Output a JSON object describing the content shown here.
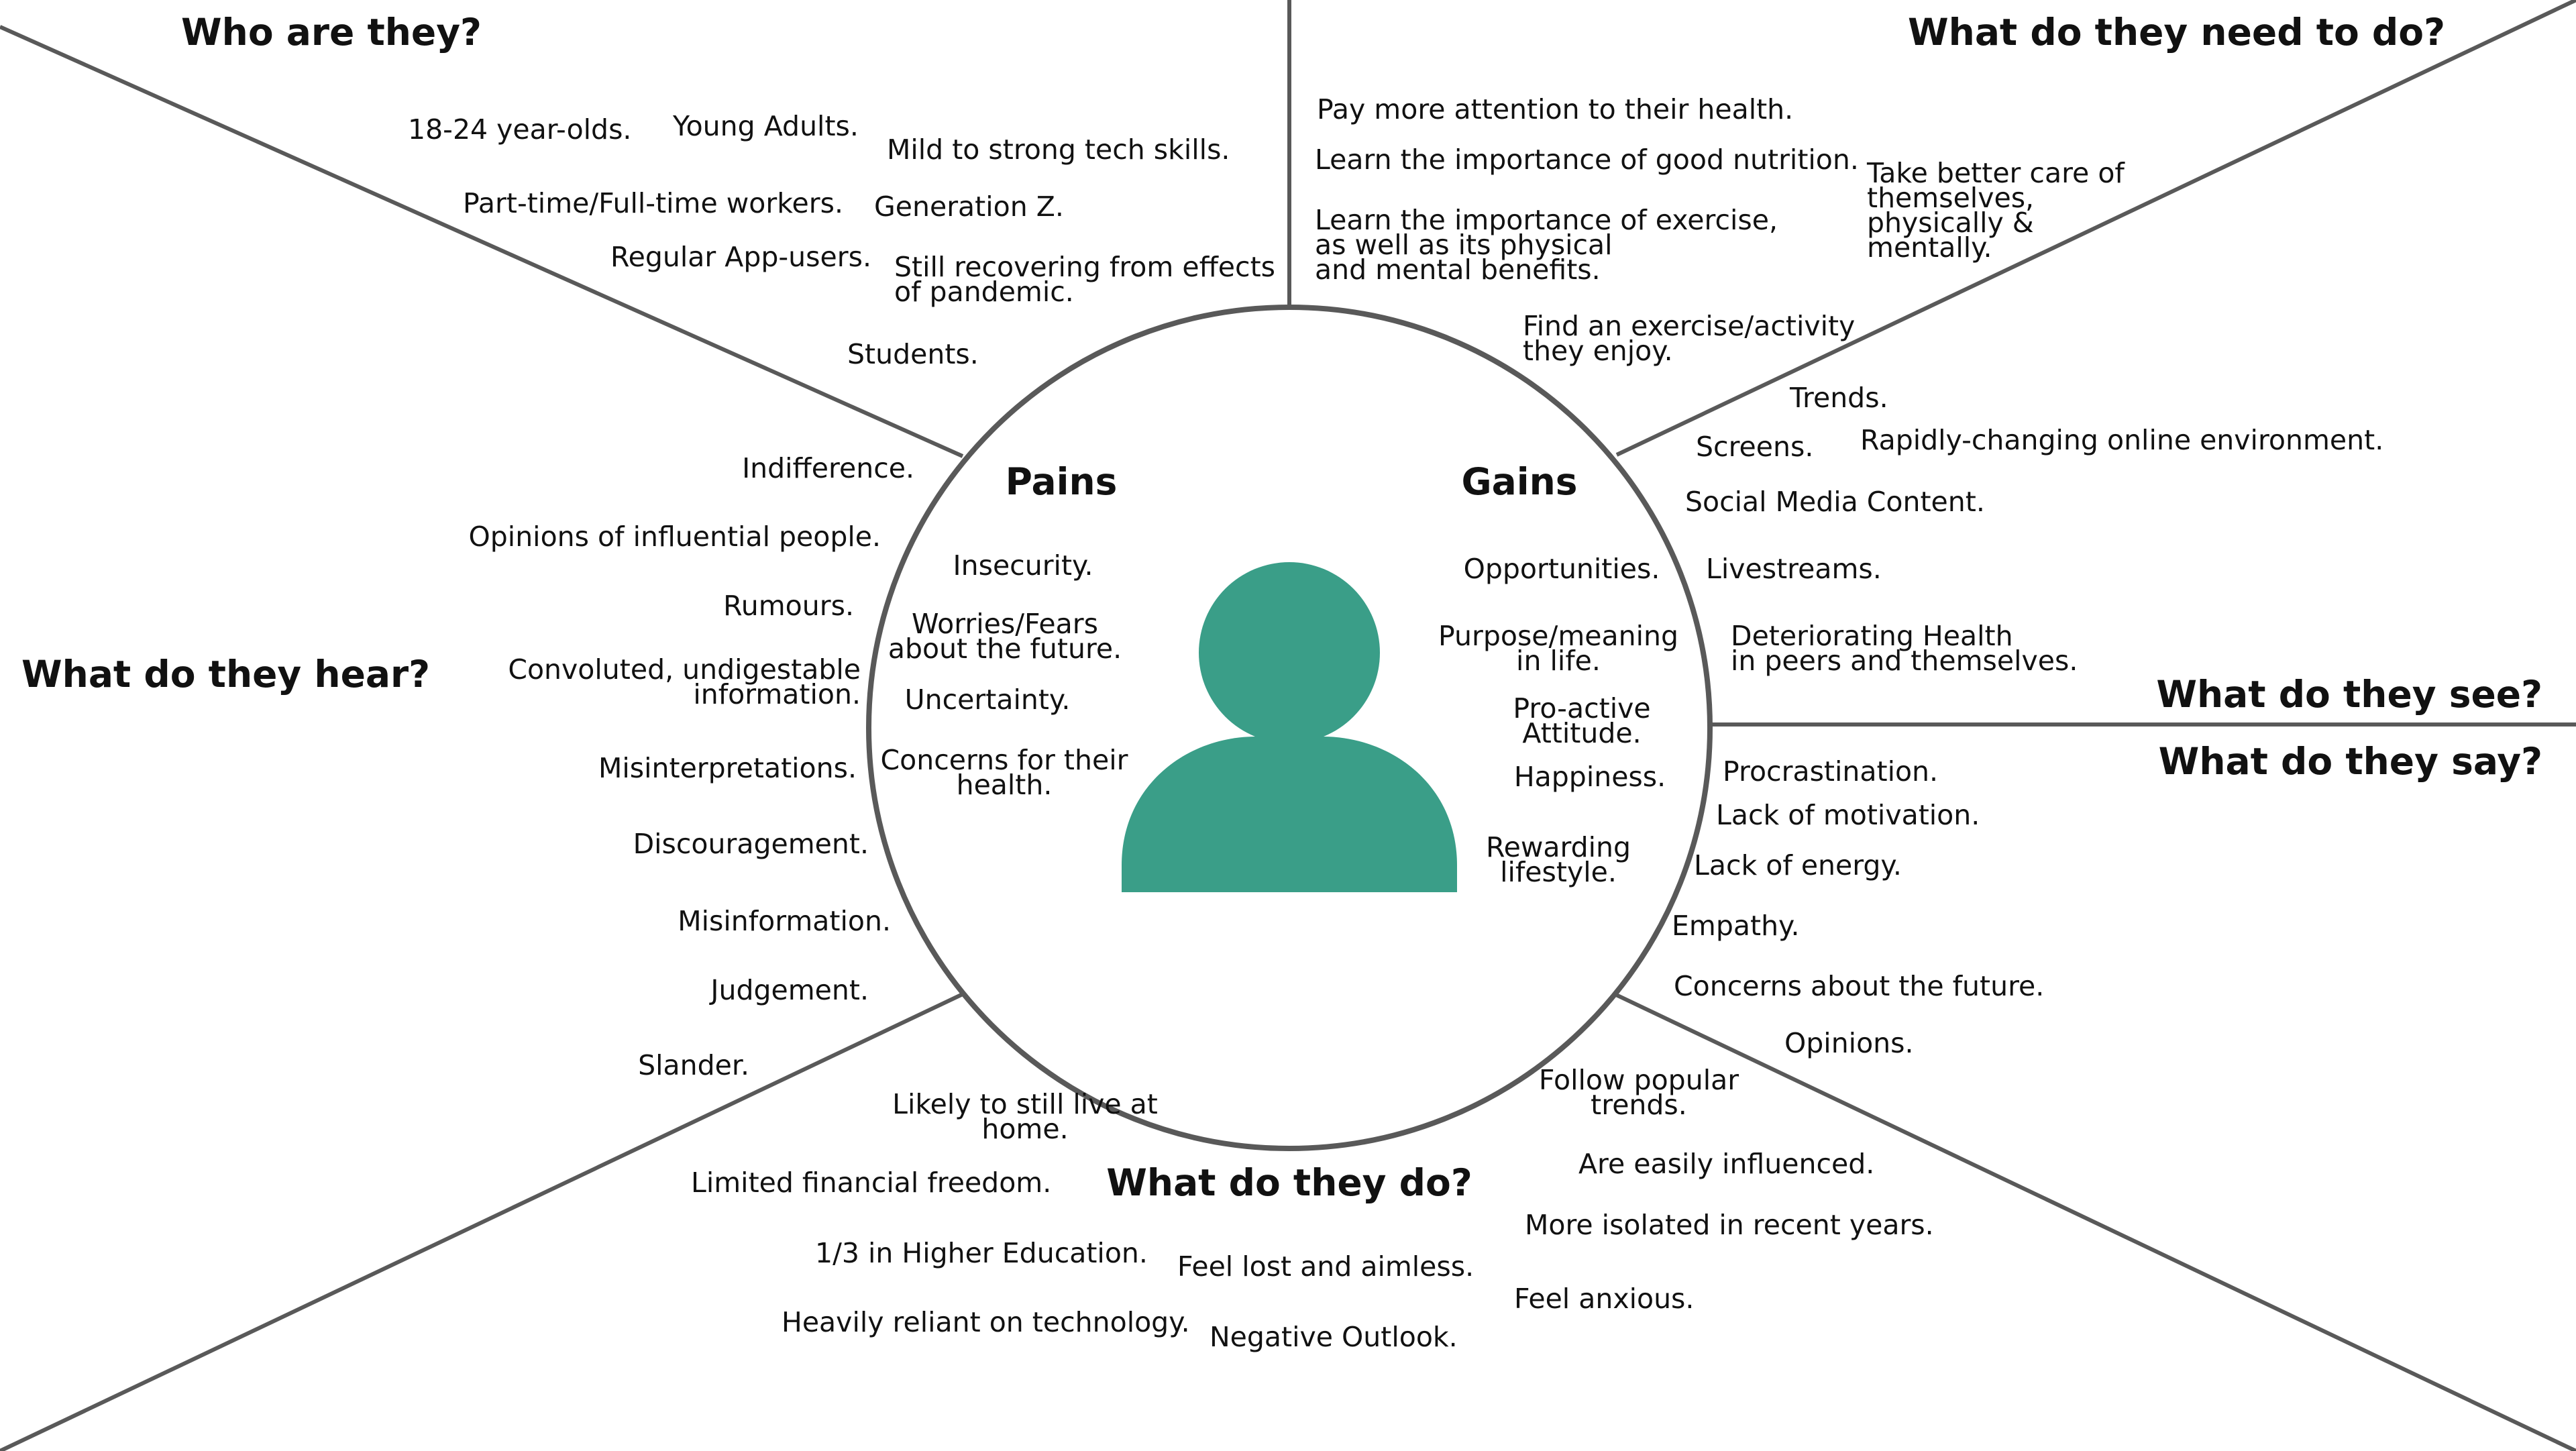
{
  "colors": {
    "line": "#595959",
    "avatar": "#3a9e88",
    "text": "#111111"
  },
  "center": {
    "icon": "person-icon"
  },
  "headings": {
    "who": "Who are they?",
    "need": "What do they need to do?",
    "hear": "What do they hear?",
    "see": "What do they see?",
    "say": "What do they say?",
    "do": "What do they do?",
    "pains": "Pains",
    "gains": "Gains"
  },
  "who": {
    "i0": "18-24 year-olds.",
    "i1": "Young Adults.",
    "i2": "Mild to strong tech skills.",
    "i3": "Part-time/Full-time workers.",
    "i4": "Generation Z.",
    "i5": "Regular App-users.",
    "i6a": "Still recovering from effects",
    "i6b": "of pandemic.",
    "i7": "Students."
  },
  "need": {
    "i0": "Pay more attention to their health.",
    "i1": "Learn the importance of good nutrition.",
    "i2a": "Learn the importance of exercise,",
    "i2b": "as well as its physical",
    "i2c": "and mental benefits.",
    "i3a": "Take better care of",
    "i3b": "themselves,",
    "i3c": "physically &",
    "i3d": "mentally.",
    "i4a": "Find an exercise/activity",
    "i4b": "they enjoy."
  },
  "see": {
    "i0": "Trends.",
    "i1": "Screens.",
    "i2": "Rapidly-changing online environment.",
    "i3": "Social Media Content.",
    "i4": "Livestreams.",
    "i5a": "Deteriorating Health",
    "i5b": "in peers and themselves."
  },
  "say": {
    "i0": "Procrastination.",
    "i1": "Lack of motivation.",
    "i2": "Lack of energy.",
    "i3": "Empathy.",
    "i4": "Concerns about the future.",
    "i5": "Opinions."
  },
  "hear": {
    "i0": "Indifference.",
    "i1": "Opinions of influential people.",
    "i2": "Rumours.",
    "i3a": "Convoluted, undigestable",
    "i3b": "information.",
    "i4": "Misinterpretations.",
    "i5": "Discouragement.",
    "i6": "Misinformation.",
    "i7": "Judgement.",
    "i8": "Slander."
  },
  "do": {
    "i0a": "Likely to still live at",
    "i0b": "home.",
    "i1": "Limited financial freedom.",
    "i2": "1/3 in Higher Education.",
    "i3": "Heavily reliant on technology.",
    "i4": "Feel lost and aimless.",
    "i5": "Negative Outlook.",
    "i6a": "Follow popular",
    "i6b": "trends.",
    "i7": "Are easily influenced.",
    "i8": "More isolated in recent years.",
    "i9": "Feel anxious."
  },
  "pains": {
    "i0": "Insecurity.",
    "i1a": "Worries/Fears",
    "i1b": "about the future.",
    "i2": "Uncertainty.",
    "i3a": "Concerns for their",
    "i3b": "health."
  },
  "gains": {
    "i0": "Opportunities.",
    "i1a": "Purpose/meaning",
    "i1b": "in life.",
    "i2a": "Pro-active",
    "i2b": "Attitude.",
    "i3": "Happiness.",
    "i4a": "Rewarding",
    "i4b": "lifestyle."
  }
}
